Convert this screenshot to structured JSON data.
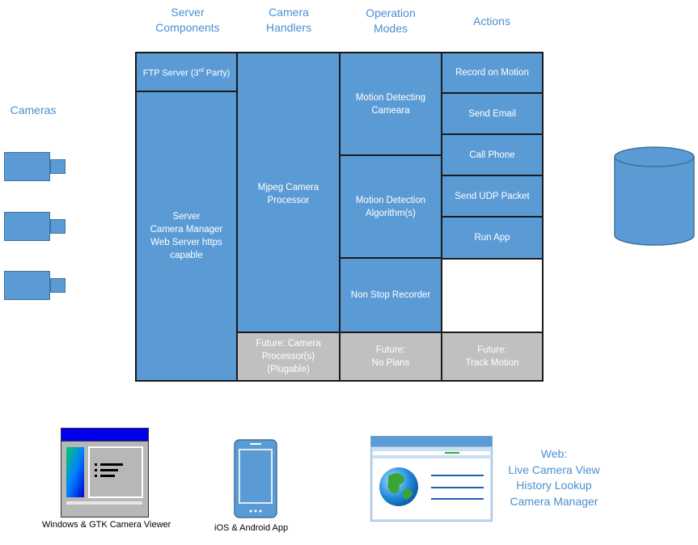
{
  "headers": {
    "server_components": "Server\nComponents",
    "camera_handlers": "Camera\nHandlers",
    "operation_modes": "Operation\nModes",
    "actions": "Actions",
    "cameras": "Cameras"
  },
  "server": {
    "ftp": "FTP Server (3",
    "ftp_sup": "rd",
    "ftp_tail": " Party)",
    "main": "Server\nCamera Manager\nWeb Server https\ncapable"
  },
  "handlers": {
    "mjpeg": "Mjpeg Camera\nProcessor",
    "future": "Future: Camera\nProcessor(s)\n(Plugable)"
  },
  "modes": {
    "motion_camera": "Motion Detecting\nCameara",
    "motion_algo": "Motion Detection\nAlgorithm(s)",
    "non_stop": "Non Stop Recorder",
    "future": "Future:\nNo Plans"
  },
  "actions": {
    "items": [
      "Record on Motion",
      "Send Email",
      "Call Phone",
      "Send UDP Packet",
      "Run App"
    ],
    "future": "Future:\nTrack Motion"
  },
  "clients": {
    "desktop": "Windows & GTK Camera Viewer",
    "mobile": "iOS & Android App",
    "web_lines": [
      "Web:",
      "Live Camera View",
      "History Lookup",
      "Camera Manager"
    ]
  },
  "colors": {
    "block": "#5b9bd5",
    "future": "#c0c0c0",
    "label": "#4a8fd0"
  }
}
